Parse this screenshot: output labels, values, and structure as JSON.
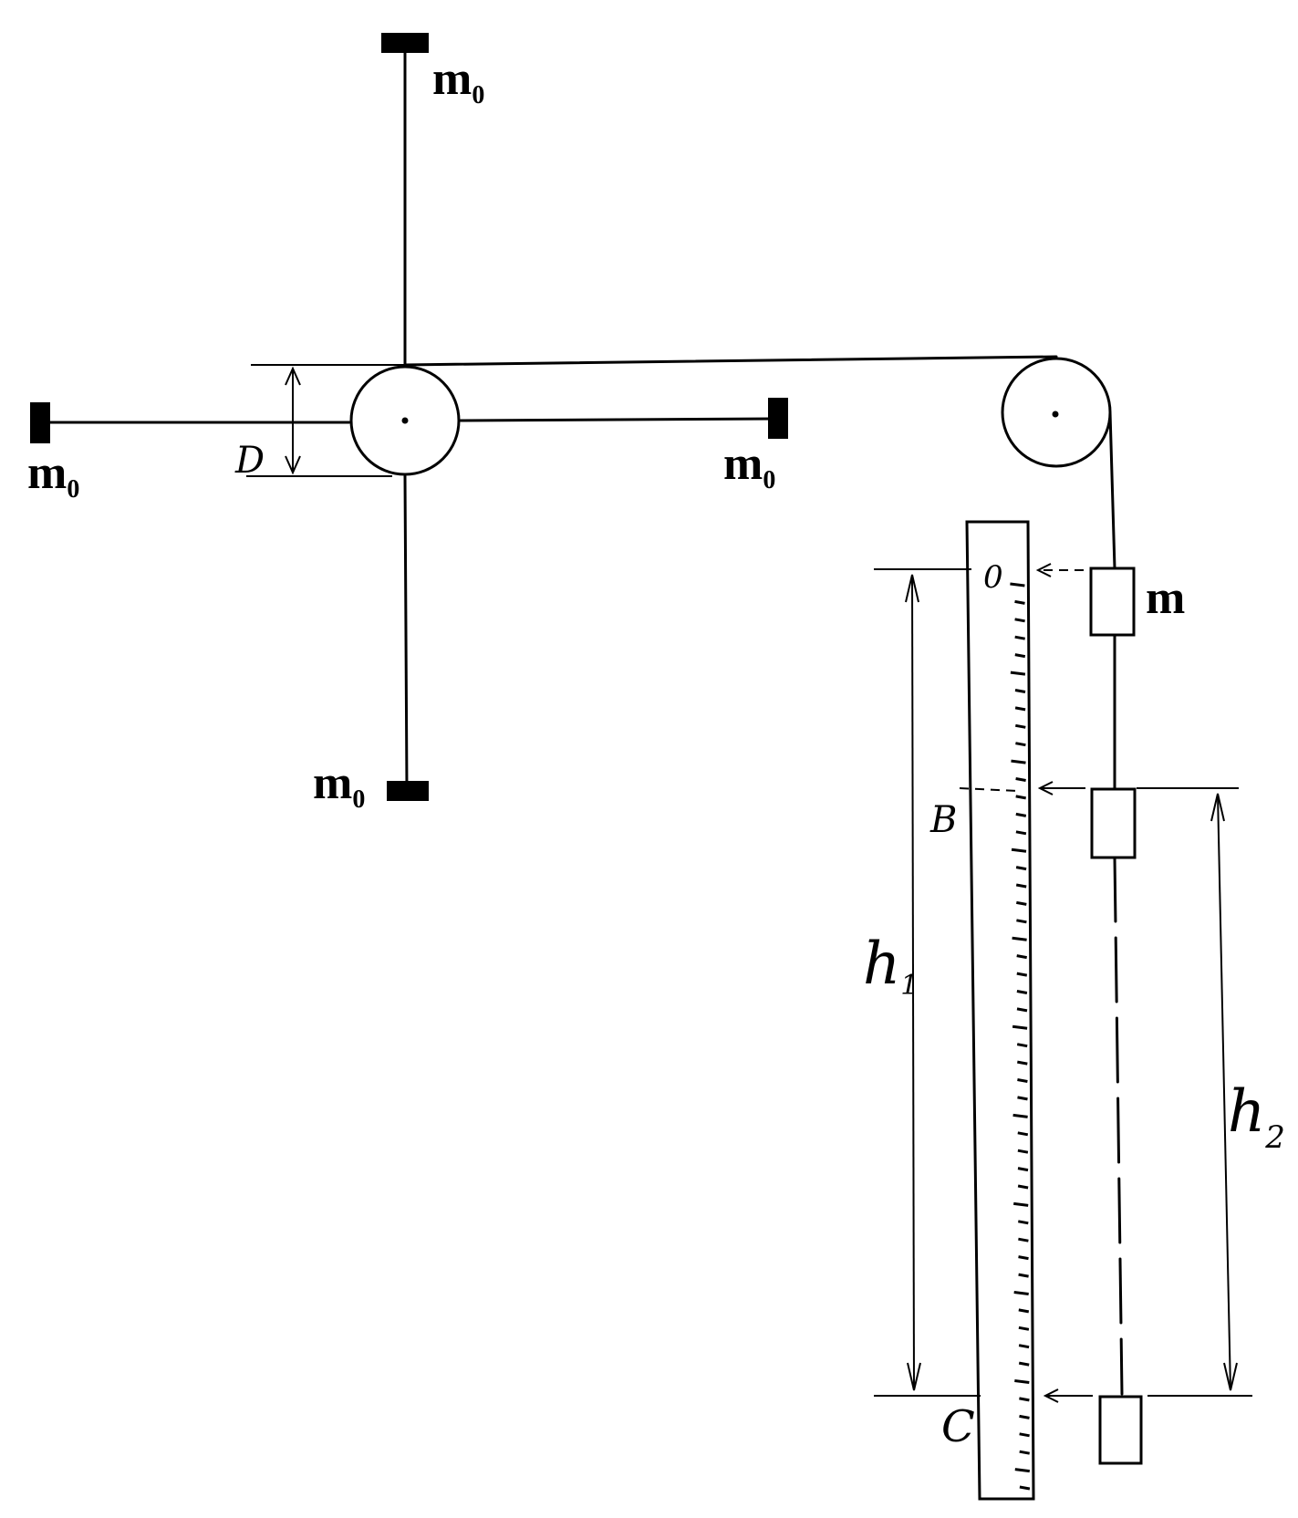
{
  "labels": {
    "m0_top": "m",
    "m0_left": "m",
    "m0_right": "m",
    "m0_bottom": "m",
    "m0_subscript": "0",
    "hanging_mass": "m",
    "diameter": "D",
    "scale_zero": "0",
    "point_b": "B",
    "point_c": "C",
    "h1": "h",
    "h1_subscript": "1",
    "h2": "h",
    "h2_subscript": "2"
  },
  "colors": {
    "ink": "#000000",
    "paper": "#ffffff"
  }
}
